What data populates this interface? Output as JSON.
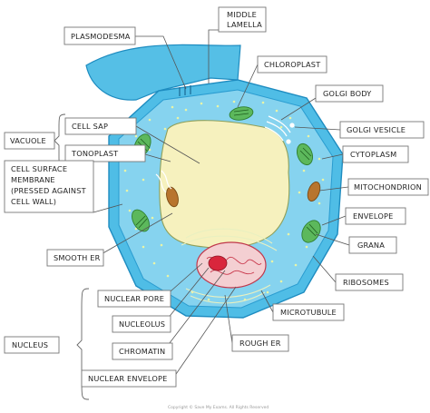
{
  "labels": {
    "middle_lamella_1": "MIDDLE",
    "middle_lamella_2": "LAMELLA",
    "plasmodesma": "PLASMODESMA",
    "chloroplast": "CHLOROPLAST",
    "golgi_body": "GOLGI  BODY",
    "golgi_vesicle": "GOLGI  VESICLE",
    "cytoplasm": "CYTOPLASM",
    "mitochondrion": "MITOCHONDRION",
    "envelope": "ENVELOPE",
    "grana": "GRANA",
    "ribosomes": "RIBOSOMES",
    "microtubule": "MICROTUBULE",
    "rough_er": "ROUGH  ER",
    "vacuole": "VACUOLE",
    "cell_sap": "CELL  SAP",
    "tonoplast": "TONOPLAST",
    "csm_1": "CELL  SURFACE",
    "csm_2": "MEMBRANE",
    "csm_3": "(PRESSED  AGAINST",
    "csm_4": "CELL  WALL)",
    "smooth_er": "SMOOTH  ER",
    "nuclear_pore": "NUCLEAR  PORE",
    "nucleolus": "NUCLEOLUS",
    "nucleus": "NUCLEUS",
    "chromatin": "CHROMATIN",
    "nuclear_envelope": "NUCLEAR  ENVELOPE"
  },
  "copyright": "Copyright © Save My Exams. All Rights Reserved",
  "colors": {
    "cell_wall": "#4fbde6",
    "cytoplasm": "#7fd0ee",
    "vacuole": "#f7f2bf",
    "chloroplast": "#5cb85c",
    "mitochondrion": "#b8752e",
    "nucleus": "#f4cfd2",
    "nucleolus": "#d9263c"
  }
}
